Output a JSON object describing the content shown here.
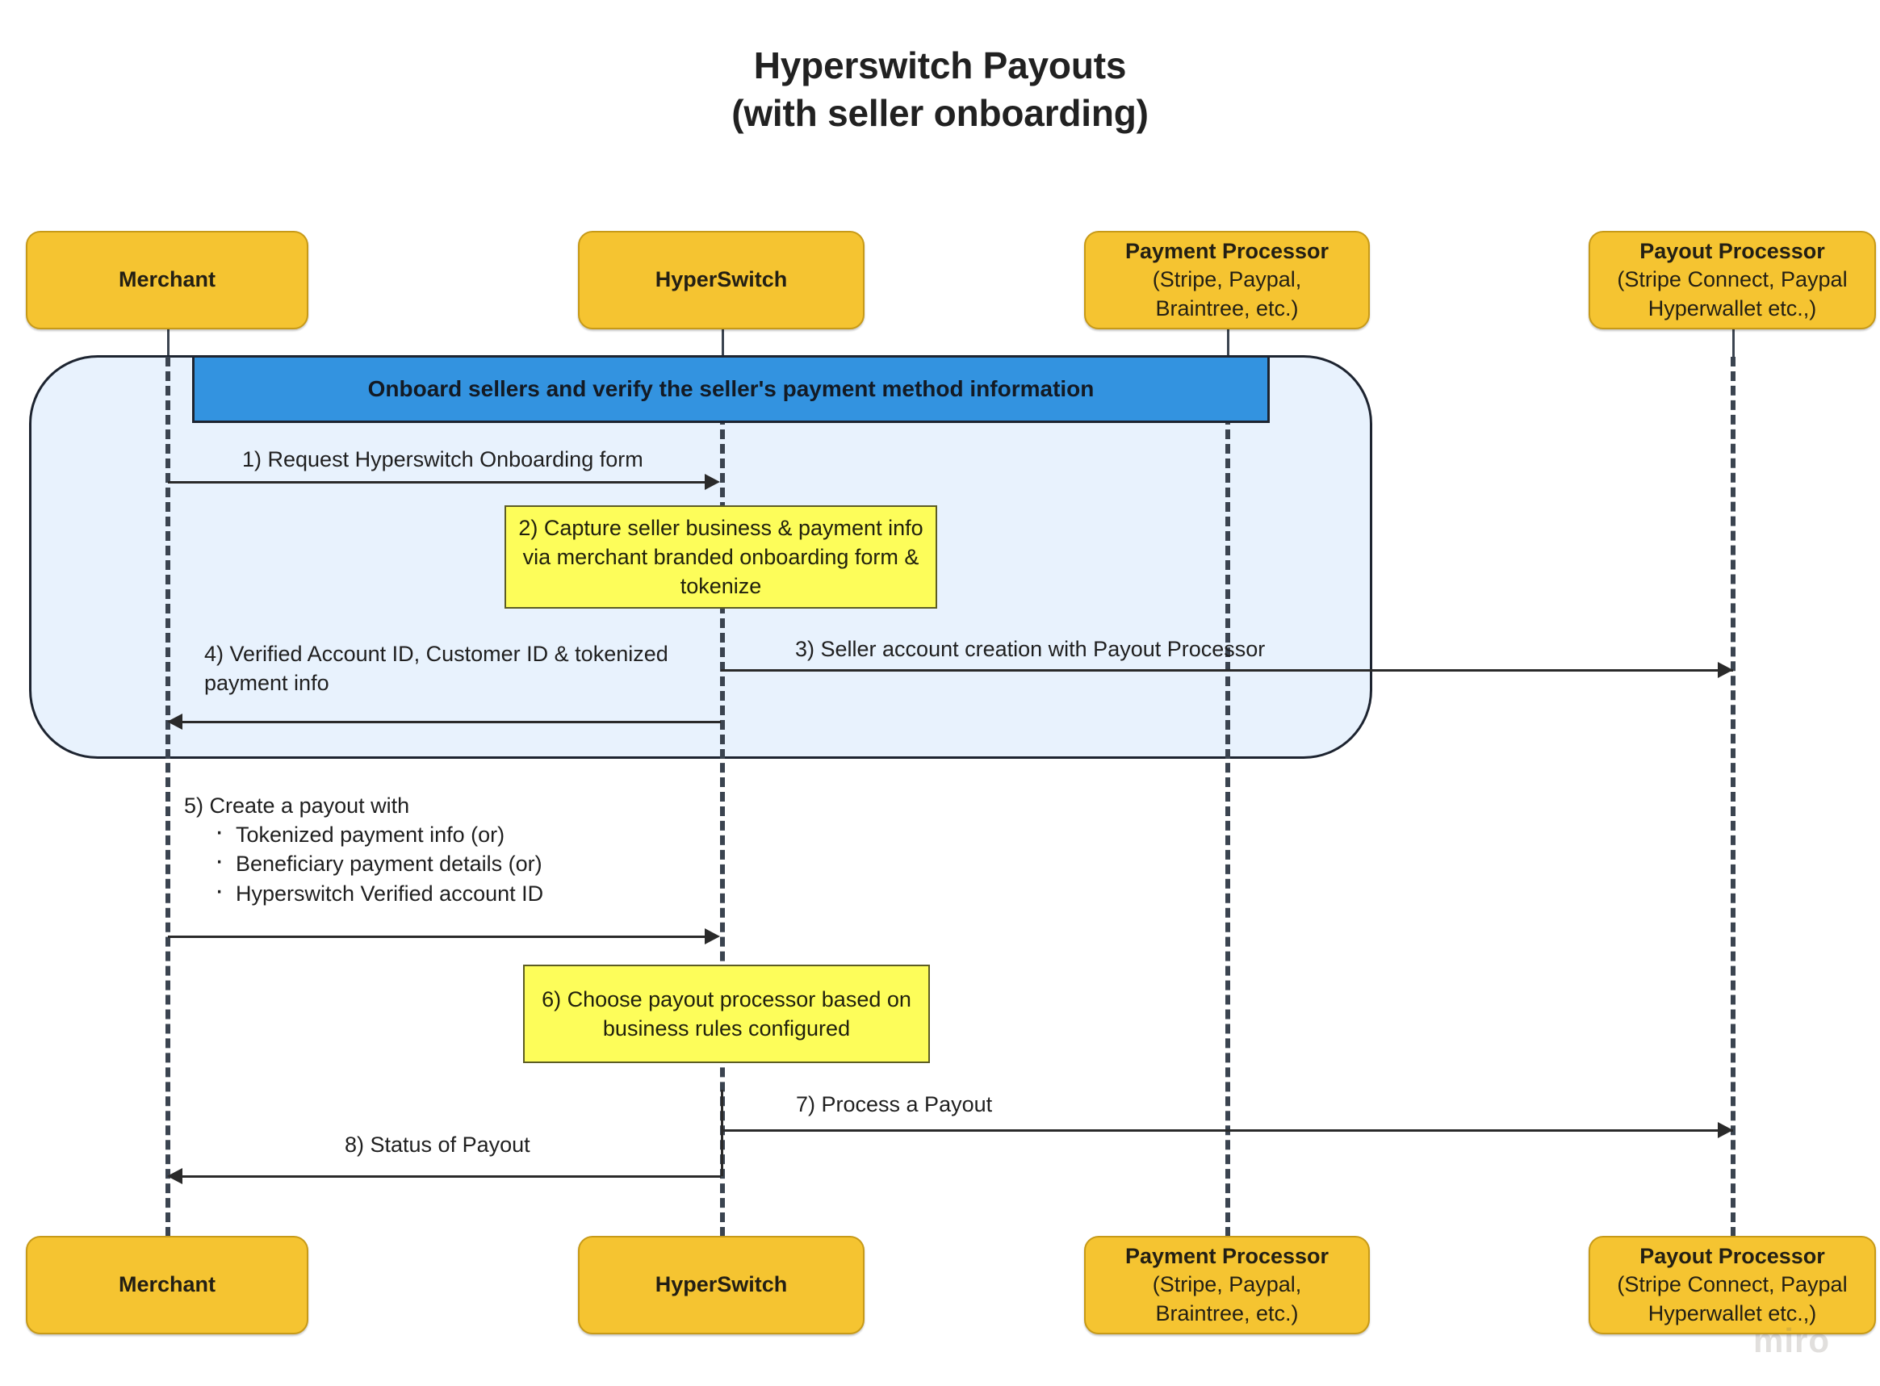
{
  "title": {
    "line1": "Hyperswitch Payouts",
    "line2": "(with seller onboarding)"
  },
  "colors": {
    "participant_fill": "#f5c431",
    "participant_stroke": "#c79a18",
    "fragment_fill": "#e8f2fd",
    "fragment_stroke": "#1d2430",
    "banner_fill": "#3393e0",
    "note_fill": "#fdfd5a",
    "note_stroke": "#5c5c24",
    "line": "#2a2a2a",
    "lifeline": "#3b4450"
  },
  "participants": [
    {
      "id": "merchant",
      "title": "Merchant",
      "sub1": "",
      "sub2": ""
    },
    {
      "id": "hyperswitch",
      "title": "HyperSwitch",
      "sub1": "",
      "sub2": ""
    },
    {
      "id": "payment-processor",
      "title": "Payment Processor",
      "sub1": "(Stripe, Paypal,",
      "sub2": "Braintree, etc.)"
    },
    {
      "id": "payout-processor",
      "title": "Payout Processor",
      "sub1": "(Stripe Connect, Paypal",
      "sub2": "Hyperwallet etc.,)"
    }
  ],
  "fragment": {
    "banner_label": "Onboard sellers and verify the seller's payment method information"
  },
  "messages": [
    {
      "id": "msg-1",
      "label": "1) Request Hyperswitch Onboarding form",
      "from": "merchant",
      "to": "hyperswitch",
      "direction": "right"
    },
    {
      "id": "msg-3",
      "label": "3) Seller account creation with Payout Processor",
      "from": "hyperswitch",
      "to": "payout-processor",
      "direction": "right"
    },
    {
      "id": "msg-4",
      "label": "4) Verified Account ID, Customer ID & tokenized\npayment info",
      "from": "hyperswitch",
      "to": "merchant",
      "direction": "left"
    },
    {
      "id": "msg-5",
      "label": "5) Create a payout with",
      "from": "merchant",
      "to": "hyperswitch",
      "direction": "right",
      "bullets": [
        "Tokenized payment info (or)",
        "Beneficiary payment details (or)",
        "Hyperswitch Verified account ID"
      ]
    },
    {
      "id": "msg-7",
      "label": "7) Process a Payout",
      "from": "hyperswitch",
      "to": "payout-processor",
      "direction": "right"
    },
    {
      "id": "msg-8",
      "label": "8) Status of Payout",
      "from": "hyperswitch",
      "to": "merchant",
      "direction": "left"
    }
  ],
  "notes": [
    {
      "id": "note-2",
      "text": "2) Capture seller business & payment info via merchant branded onboarding form & tokenize"
    },
    {
      "id": "note-6",
      "text": "6) Choose payout processor based on business rules configured"
    }
  ],
  "watermark": {
    "text": "miro"
  }
}
